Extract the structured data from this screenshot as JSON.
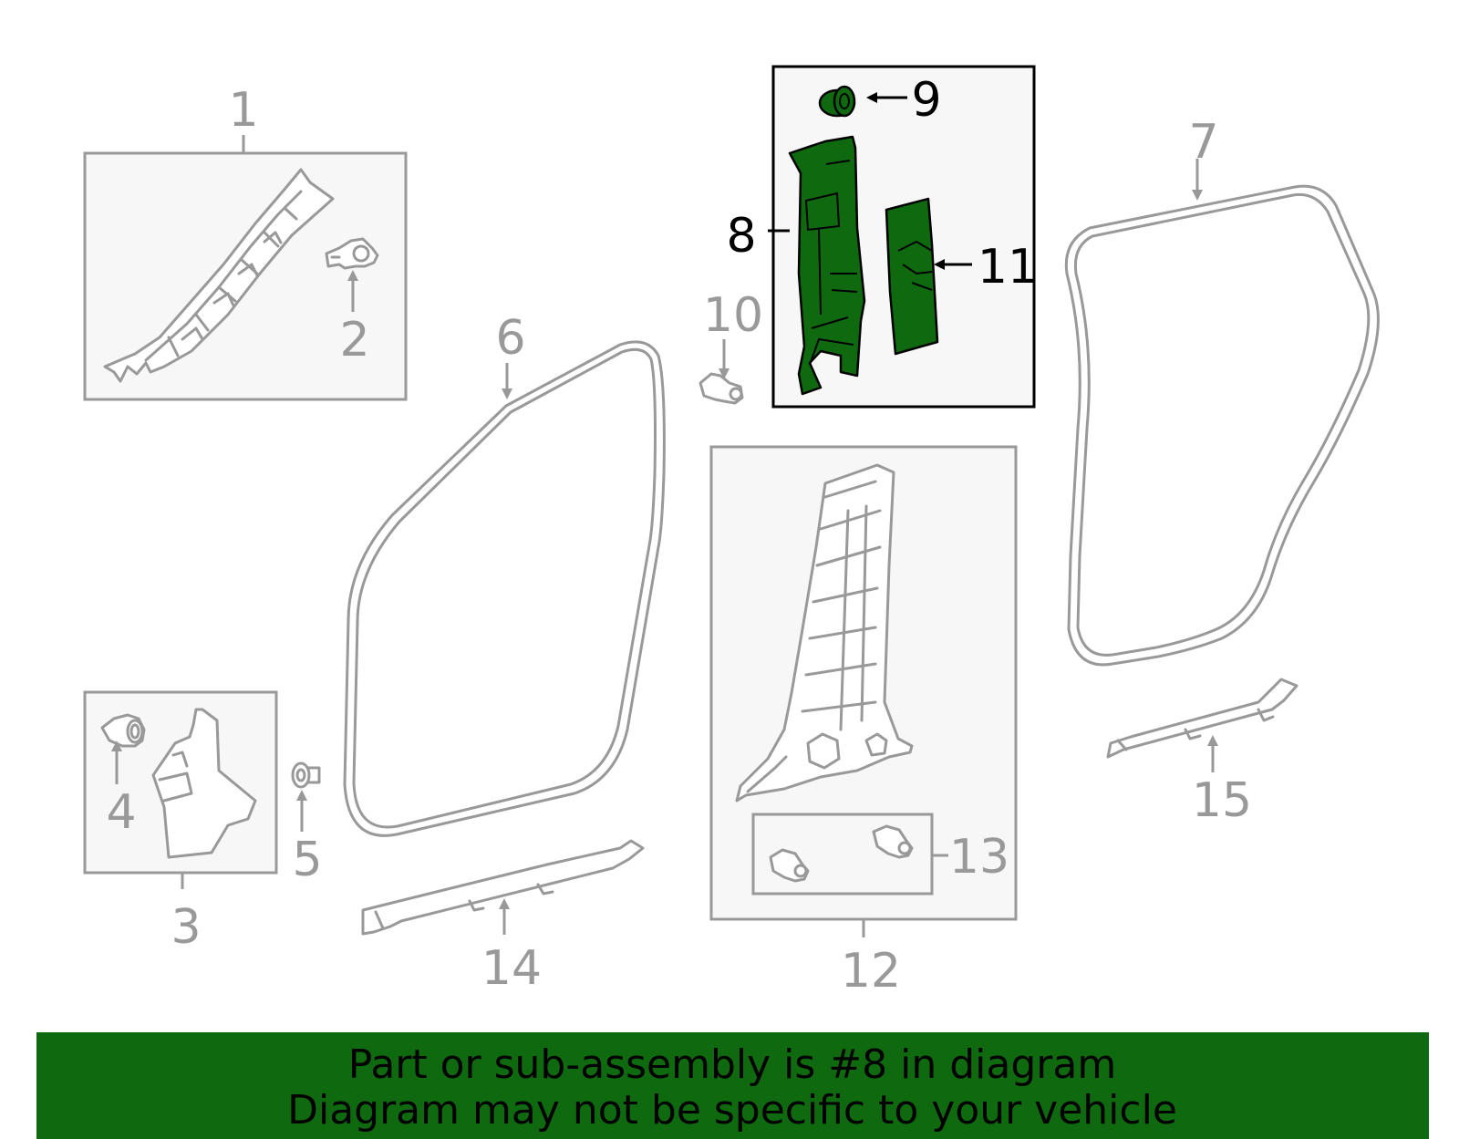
{
  "callouts": {
    "c1": "1",
    "c2": "2",
    "c3": "3",
    "c4": "4",
    "c5": "5",
    "c6": "6",
    "c7": "7",
    "c8": "8",
    "c9": "9",
    "c10": "10",
    "c11": "11",
    "c12": "12",
    "c13": "13",
    "c14": "14",
    "c15": "15"
  },
  "highlight": {
    "part": "8",
    "color": "#0f6a0f",
    "related": [
      "9",
      "11"
    ]
  },
  "banner": {
    "line1": "Part or sub-assembly is #8 in diagram",
    "line2": "Diagram may not be specific to your vehicle",
    "color": "#0f6a0f"
  },
  "colors": {
    "part_line": "#999999",
    "highlight_fill": "#0f6a0f",
    "box_fill": "#f7f7f7"
  }
}
